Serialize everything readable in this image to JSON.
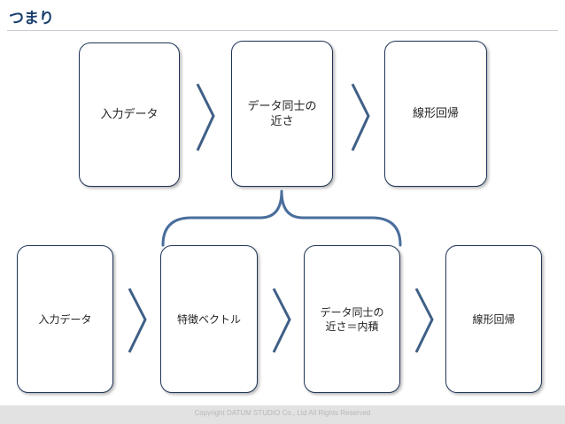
{
  "slide": {
    "title": "つまり",
    "footer": "Copyright DATUM STUDIO Co., Ltd All Rights Reserved"
  },
  "top_row": {
    "boxes": [
      {
        "label": "入力データ"
      },
      {
        "label": "データ同士の\n近さ"
      },
      {
        "label": "線形回帰"
      }
    ]
  },
  "bottom_row": {
    "boxes": [
      {
        "label": "入力データ"
      },
      {
        "label": "特徴ベクトル"
      },
      {
        "label": "データ同士の\n近さ＝内積"
      },
      {
        "label": "線形回帰"
      }
    ]
  },
  "colors": {
    "title": "#1a3e6e",
    "box_border": "#1f3556",
    "arrow": "#3f5f86",
    "brace": "#4a6e9c",
    "footer_bar": "#e2e2e2"
  }
}
